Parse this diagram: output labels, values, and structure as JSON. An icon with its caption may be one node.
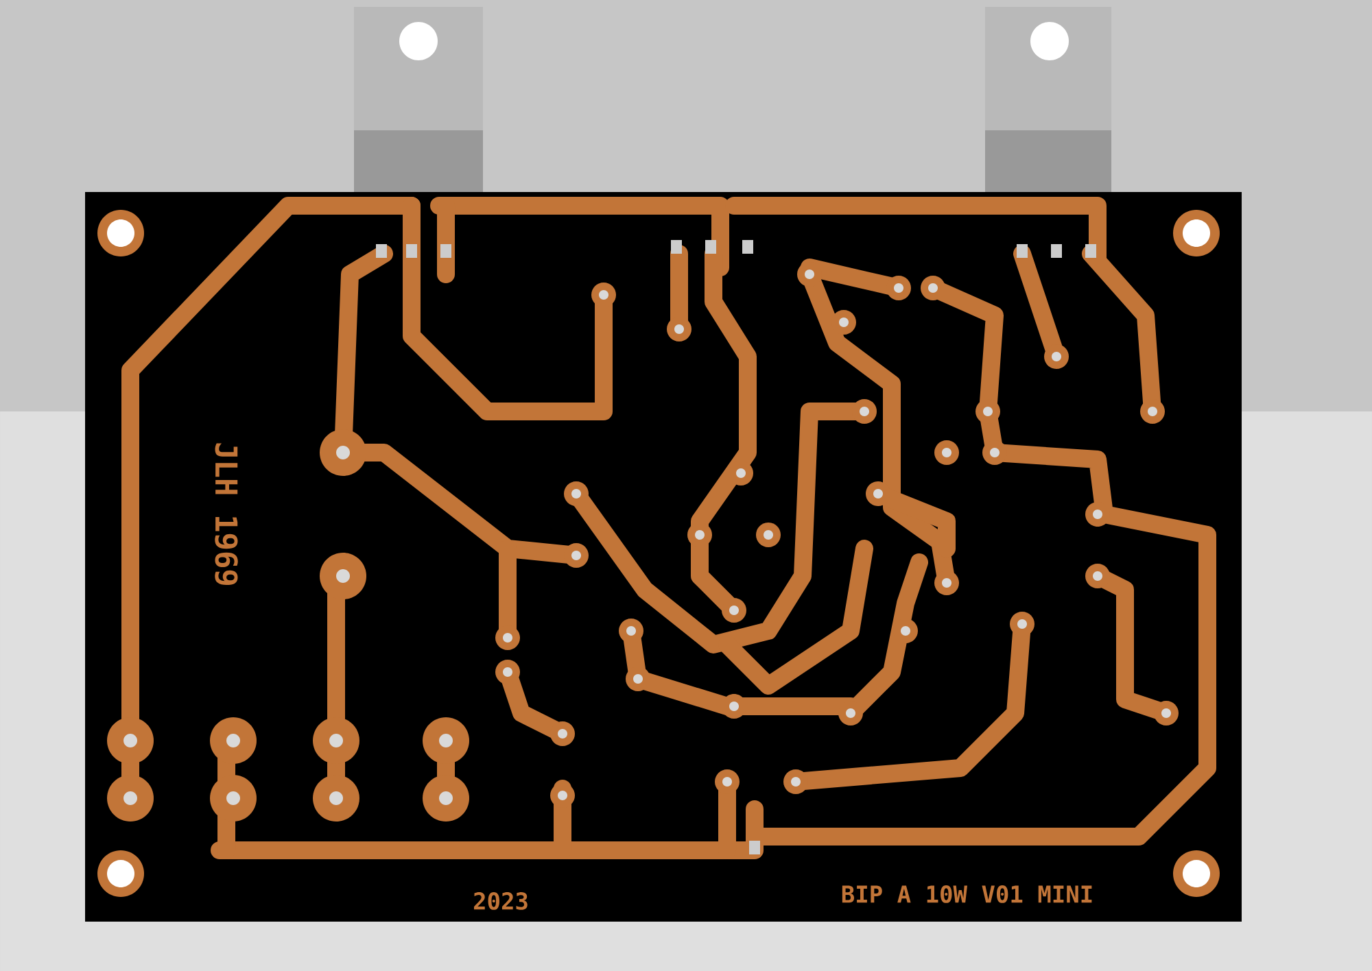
{
  "diagram": {
    "labels": [
      "JLH 1969",
      "2023",
      "BIP A 10W V01 MINI"
    ]
  }
}
